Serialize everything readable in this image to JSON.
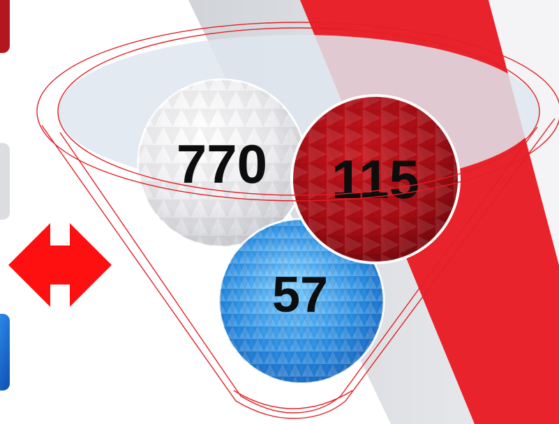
{
  "palette": {
    "accent_red": "#e8232b",
    "dark_red": "#b40f17",
    "funnel_outline": "#e31e24",
    "arrow_red": "#ff1010",
    "blue": "#1e7fd6",
    "silver": "#e9e9ec"
  },
  "funnel": {
    "circles": [
      {
        "value": "770",
        "color": "silver"
      },
      {
        "value": "115",
        "color": "dark-red"
      },
      {
        "value": "57",
        "color": "blue"
      }
    ]
  },
  "icons": {
    "left_arrow": "double-headed-arrow-icon"
  }
}
